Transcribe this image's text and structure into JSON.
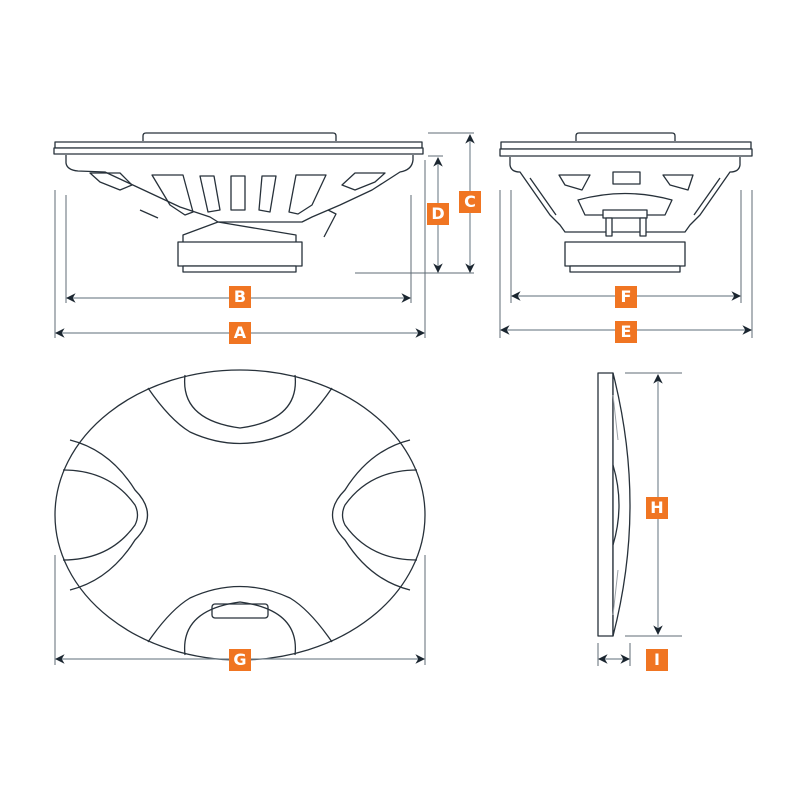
{
  "colors": {
    "label_bg": "#F07522",
    "outline": "#27313a",
    "dimension_line": "#7d8a94"
  },
  "views": {
    "side_view_long": {
      "labels": {
        "a": "A",
        "b": "B",
        "c": "C",
        "d": "D"
      }
    },
    "side_view_short": {
      "labels": {
        "e": "E",
        "f": "F"
      }
    },
    "front_view": {
      "labels": {
        "g": "G"
      }
    },
    "profile_view": {
      "labels": {
        "h": "H",
        "i": "I"
      }
    }
  }
}
